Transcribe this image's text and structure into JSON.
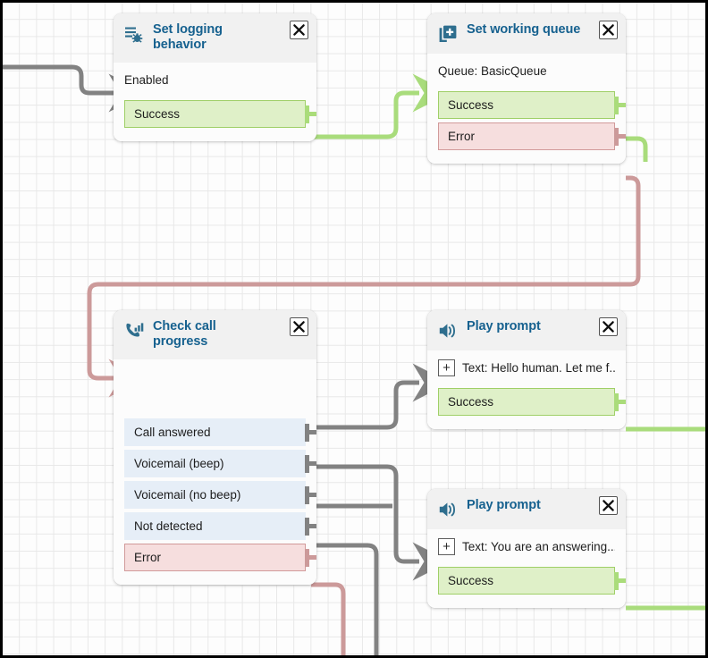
{
  "canvas": {
    "background": "#fdfdfd",
    "grid_color": "#e8e8e8",
    "border_color": "#000000"
  },
  "palette": {
    "title_blue": "#16618f",
    "icon_blue": "#2e6e8e",
    "success_fill": "#dff0c8",
    "success_border": "#9fcf67",
    "success_edge": "#a9dc7c",
    "error_fill": "#f6dede",
    "error_border": "#d19a9a",
    "error_edge": "#cc9a9a",
    "option_fill": "#e6eef7",
    "neutral_edge": "#828282",
    "header_fill": "#f1f1f1"
  },
  "nodes": [
    {
      "id": "set-logging-behavior",
      "title": "Set logging\nbehavior",
      "icon": "logging-bug-icon",
      "close_label": "×",
      "input": {
        "label": "Enabled",
        "has_plus": false
      },
      "outputs": [
        {
          "label": "Success",
          "kind": "success"
        }
      ]
    },
    {
      "id": "set-working-queue",
      "title": "Set working queue",
      "icon": "queue-add-icon",
      "close_label": "×",
      "input": {
        "label": "Queue: BasicQueue",
        "has_plus": false
      },
      "outputs": [
        {
          "label": "Success",
          "kind": "success"
        },
        {
          "label": "Error",
          "kind": "error"
        }
      ]
    },
    {
      "id": "check-call-progress",
      "title": "Check call\nprogress",
      "icon": "call-progress-icon",
      "close_label": "×",
      "input": {
        "label": "",
        "has_plus": false
      },
      "outputs": [
        {
          "label": "Call answered",
          "kind": "option"
        },
        {
          "label": "Voicemail (beep)",
          "kind": "option"
        },
        {
          "label": "Voicemail (no beep)",
          "kind": "option"
        },
        {
          "label": "Not detected",
          "kind": "option"
        },
        {
          "label": "Error",
          "kind": "error"
        }
      ]
    },
    {
      "id": "play-prompt-greeting",
      "title": "Play prompt",
      "icon": "speaker-icon",
      "close_label": "×",
      "input": {
        "label": "Text: Hello human. Let me f...",
        "has_plus": true
      },
      "outputs": [
        {
          "label": "Success",
          "kind": "success"
        }
      ]
    },
    {
      "id": "play-prompt-answering-machine",
      "title": "Play prompt",
      "icon": "speaker-icon",
      "close_label": "×",
      "input": {
        "label": "Text: You are an answering...",
        "has_plus": true
      },
      "outputs": [
        {
          "label": "Success",
          "kind": "success"
        }
      ]
    }
  ]
}
